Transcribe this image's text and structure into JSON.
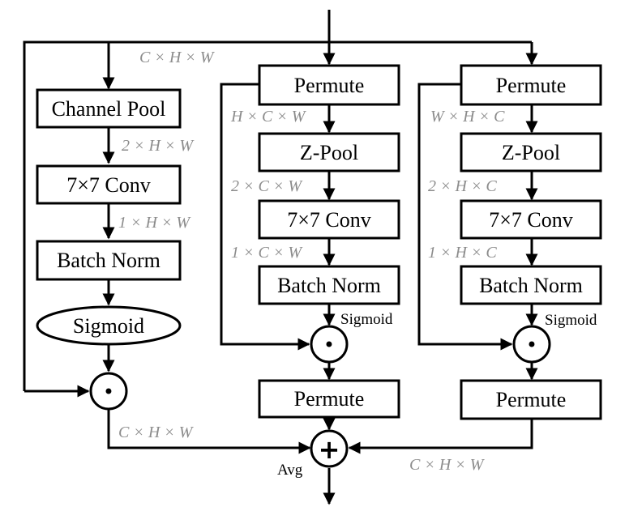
{
  "diagram": {
    "left_branch": {
      "input_dim": "C × H × W",
      "channel_pool": "Channel Pool",
      "dim_after_pool": "2 × H × W",
      "conv": "7×7 Conv",
      "dim_after_conv": "1 × H × W",
      "batch_norm": "Batch Norm",
      "sigmoid": "Sigmoid",
      "output_dim": "C × H × W"
    },
    "middle_branch": {
      "permute_in": "Permute",
      "dim_after_permute": "H × C × W",
      "zpool": "Z-Pool",
      "dim_after_zpool": "2 × C × W",
      "conv": "7×7 Conv",
      "dim_after_conv": "1 × C × W",
      "batch_norm": "Batch Norm",
      "sigmoid": "Sigmoid",
      "permute_out": "Permute"
    },
    "right_branch": {
      "permute_in": "Permute",
      "dim_after_permute": "W × H × C",
      "zpool": "Z-Pool",
      "dim_after_zpool": "2 × H × C",
      "conv": "7×7 Conv",
      "dim_after_conv": "1 × H × C",
      "batch_norm": "Batch Norm",
      "sigmoid": "Sigmoid",
      "permute_out": "Permute",
      "output_dim": "C × H × W"
    },
    "multiply_symbol": "•",
    "add_symbol": "+",
    "avg_label": "Avg"
  }
}
